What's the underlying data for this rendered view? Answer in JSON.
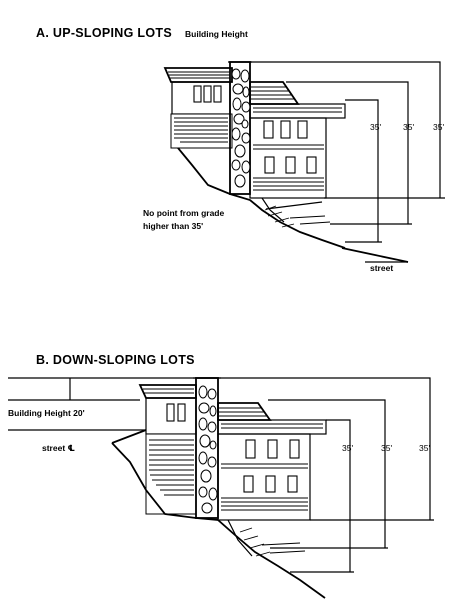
{
  "section_a": {
    "title": "A. UP-SLOPING LOTS",
    "building_height_label": "Building Height",
    "dimensions": [
      "35'",
      "35'",
      "35'"
    ],
    "note_line1": "No point from grade",
    "note_line2": "higher than 35'",
    "street_label": "street"
  },
  "section_b": {
    "title": "B. DOWN-SLOPING LOTS",
    "building_height_label": "Building Height 20'",
    "street_label": "street ℄",
    "dimensions": [
      "35'",
      "35'",
      "35'"
    ]
  }
}
